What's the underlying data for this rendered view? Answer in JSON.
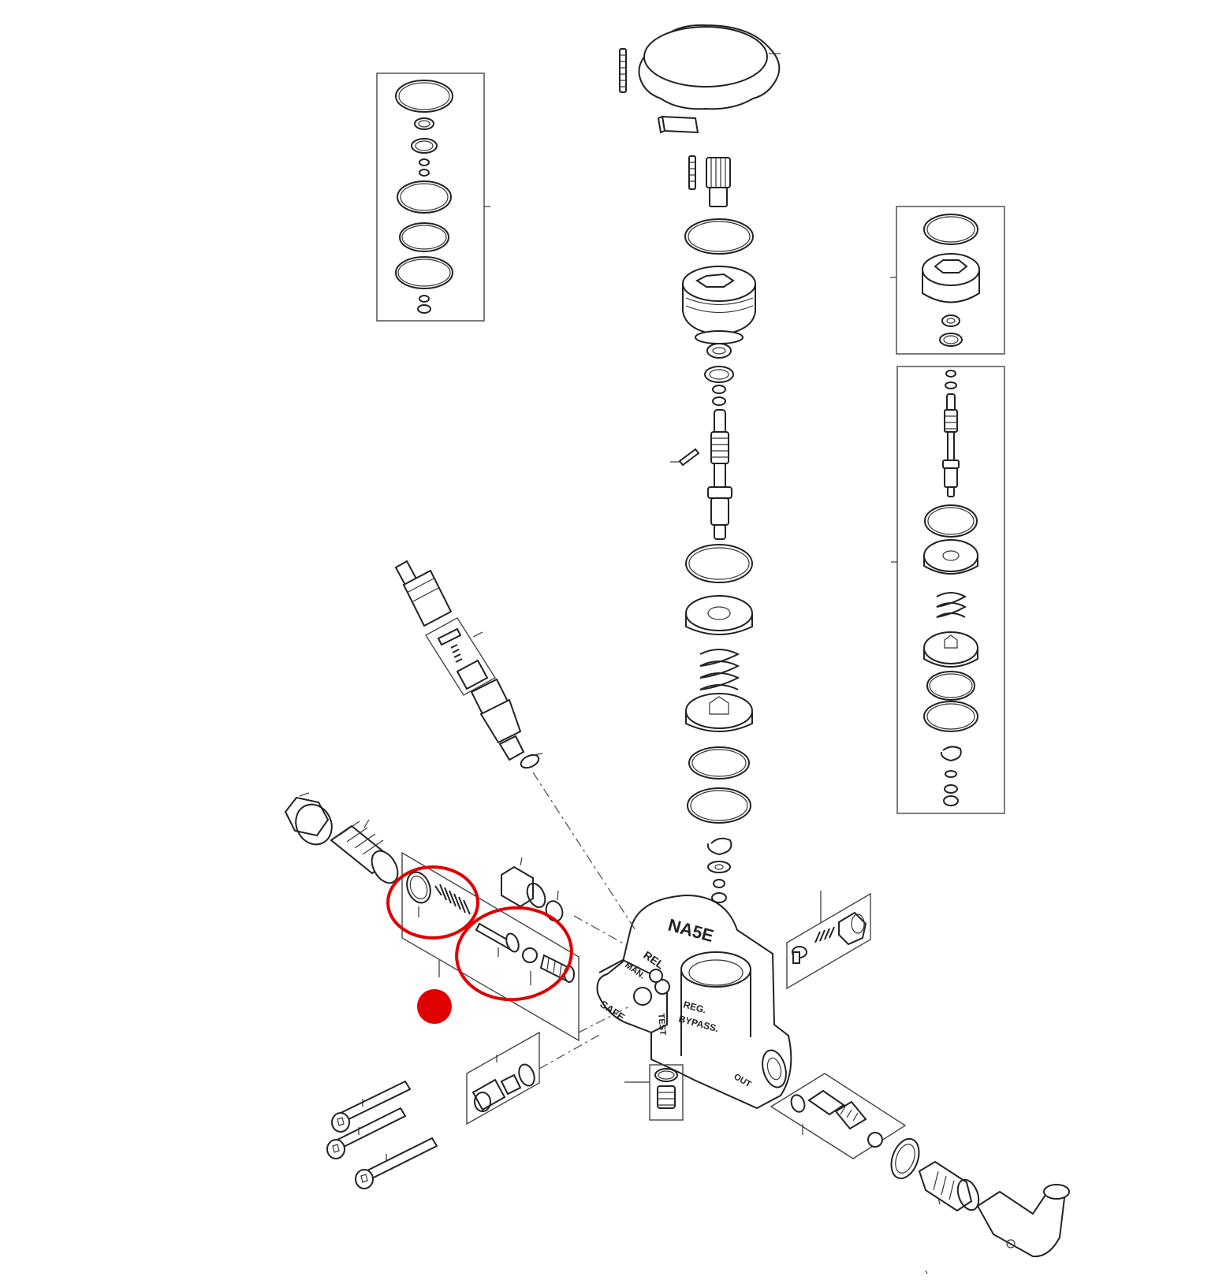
{
  "diagram": {
    "body_labels": {
      "model": "NA5E",
      "man": "MAN.",
      "rel": "REL",
      "safe": "SAFE",
      "test": "TEST",
      "reg": "REG.",
      "bypass": "BYPASS.",
      "out": "OUT"
    },
    "highlight_color": "#e00000",
    "callout_color": "#e00000",
    "line_color": "#222222"
  }
}
